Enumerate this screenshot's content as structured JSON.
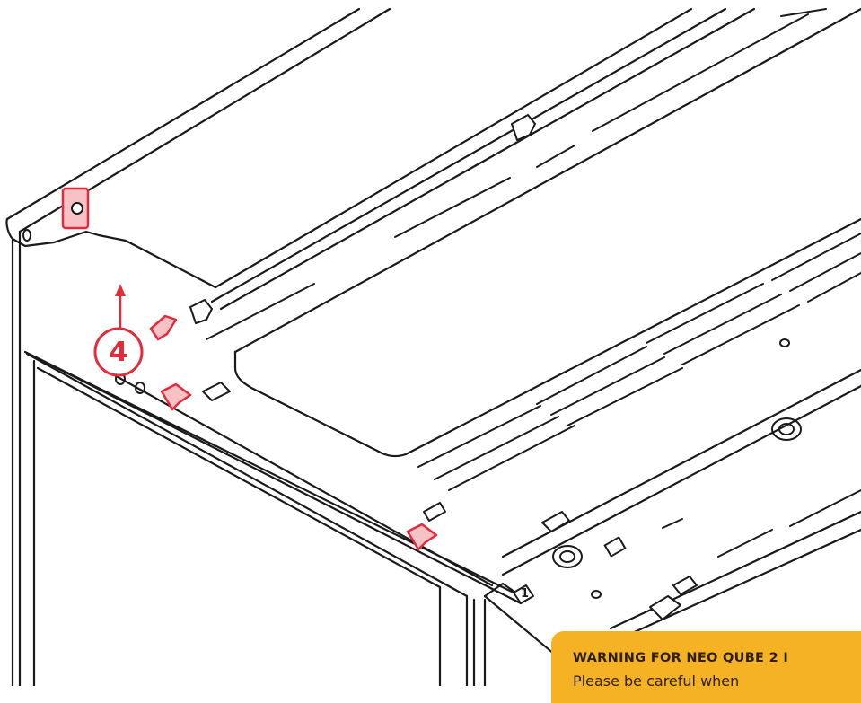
{
  "callouts": [
    {
      "number": "4",
      "marker": "up-arrow-icon"
    }
  ],
  "part_labels": [
    "1"
  ],
  "warning": {
    "title": "WARNING FOR NEO QUBE 2 I",
    "body": "Please be careful when"
  },
  "colors": {
    "line": "#1a1a1a",
    "accent": "#e32b3a",
    "highlight_fill": "#f6c2c6",
    "warning_bg": "#f5b224",
    "panel": "#ffffff"
  }
}
